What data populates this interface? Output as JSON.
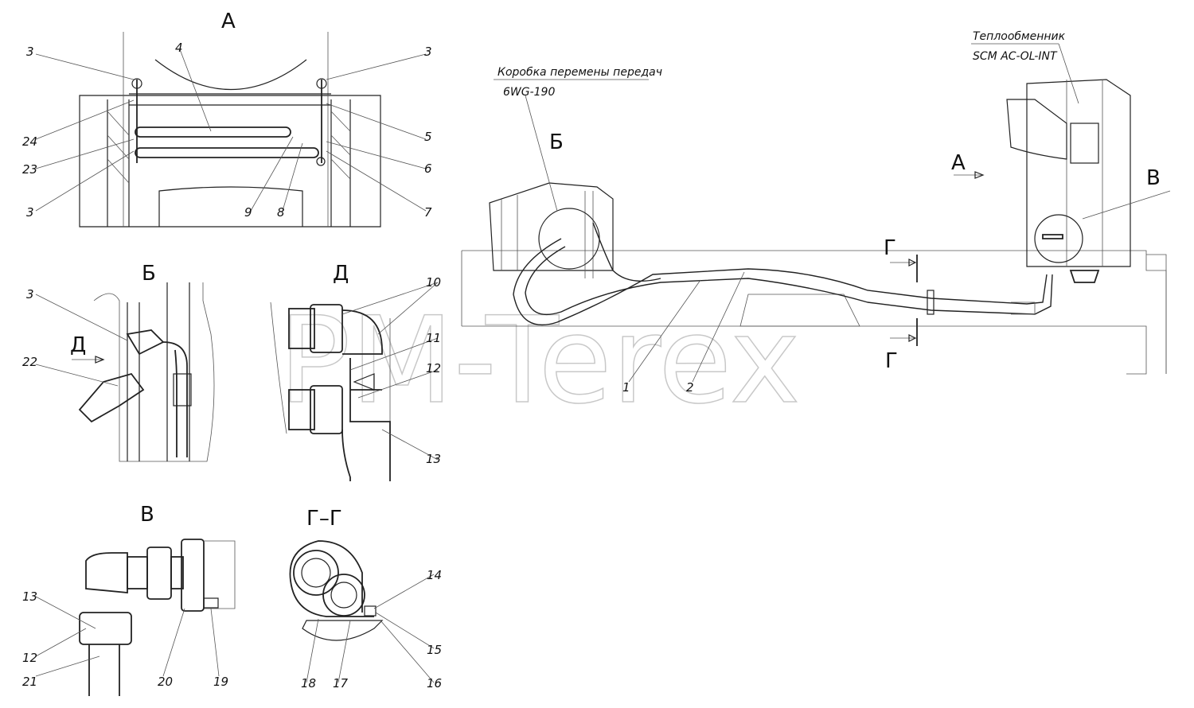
{
  "views": {
    "a_top": "А",
    "b": "Б",
    "d": "Д",
    "v": "В",
    "g_g": "Г–Г",
    "b_main": "Б",
    "a_arrow": "А",
    "v_main": "В",
    "g_top": "Г",
    "g_bottom": "Г",
    "d_arrow": "Д"
  },
  "notes": {
    "gearbox_line1": "Коробка перемены передач",
    "gearbox_line2": "6WG-190",
    "heat_line1": "Теплообменник",
    "heat_line2": "SCM AC-OL-INT"
  },
  "watermark": "PM-Terex",
  "labels_a": [
    "3",
    "4",
    "3",
    "24",
    "5",
    "23",
    "6",
    "3",
    "9",
    "8",
    "7"
  ],
  "labels_b": [
    "3",
    "22"
  ],
  "labels_d": [
    "10",
    "11",
    "12",
    "13"
  ],
  "labels_v": [
    "13",
    "12",
    "21",
    "20",
    "19"
  ],
  "labels_g": [
    "14",
    "15",
    "16",
    "17",
    "18"
  ],
  "labels_main": [
    "1",
    "2"
  ]
}
